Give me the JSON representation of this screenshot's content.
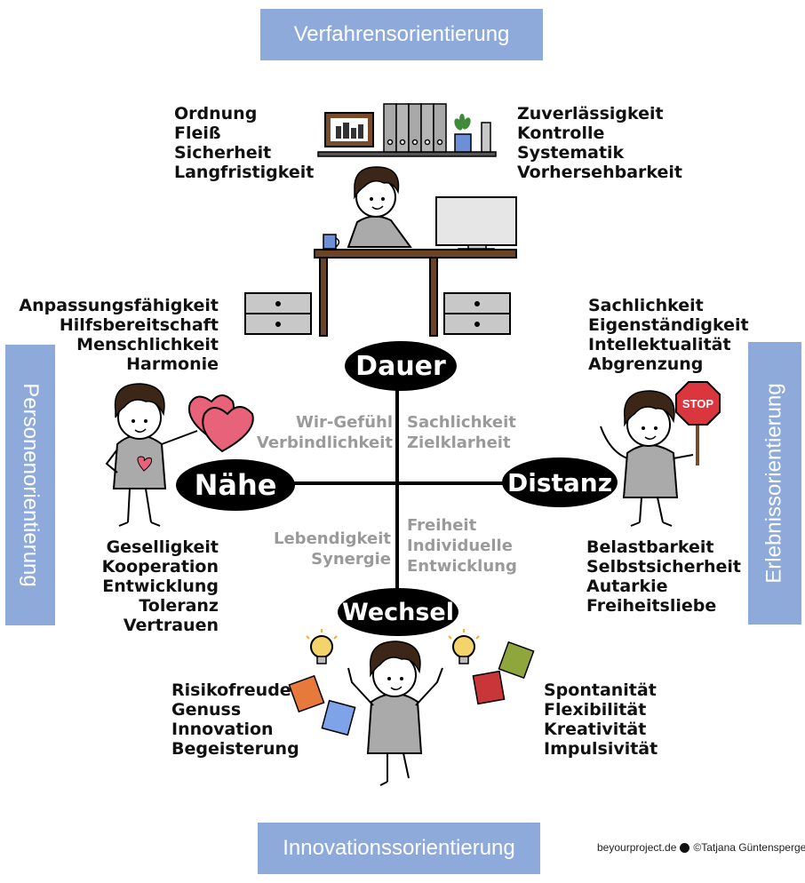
{
  "banners": {
    "top": "Verfahrensorientierung",
    "bottom": "Innovationssorientierung",
    "left": "Personenorientierung",
    "right": "Erlebnissorientierung"
  },
  "ovals": {
    "top": "Dauer",
    "left": "Nähe",
    "right": "Distanz",
    "bottom": "Wechsel"
  },
  "lists": {
    "top_left": [
      "Ordnung",
      "Fleiß",
      "Sicherheit",
      "Langfristigkeit"
    ],
    "top_right": [
      "Zuverlässigkeit",
      "Kontrolle",
      "Systematik",
      "Vorhersehbarkeit"
    ],
    "mid_left_upper": [
      "Anpassungsfähigkeit",
      "Hilfsbereitschaft",
      "Menschlichkeit",
      "Harmonie"
    ],
    "mid_right_upper": [
      "Sachlichkeit",
      "Eigenständigkeit",
      "Intellektualität",
      "Abgrenzung"
    ],
    "mid_left_lower": [
      "Geselligkeit",
      "Kooperation",
      "Entwicklung",
      "Toleranz",
      "Vertrauen"
    ],
    "mid_right_lower": [
      "Belastbarkeit",
      "Selbstsicherheit",
      "Autarkie",
      "Freiheitsliebe"
    ],
    "bottom_left": [
      "Risikofreude",
      "Genuss",
      "Innovation",
      "Begeisterung"
    ],
    "bottom_right": [
      "Spontanität",
      "Flexibilität",
      "Kreativität",
      "Impulsivität"
    ]
  },
  "quadrants": {
    "top_left": [
      "Wir-Gefühl",
      "Verbindlichkeit"
    ],
    "top_right": [
      "Sachlichkeit",
      "Zielklarheit"
    ],
    "bottom_left": [
      "Lebendigkeit",
      "Synergie"
    ],
    "bottom_right": [
      "Freiheit",
      "Individuelle",
      "Entwicklung"
    ]
  },
  "stop_sign": "STOP",
  "credit": {
    "site": "beyourproject.de",
    "author": "©Tatjana Güntensperger"
  },
  "colors": {
    "banner": "#8eaadb",
    "heart": "#e8637a",
    "gray_text": "#9a9a9a",
    "stop": "#d9363e"
  }
}
